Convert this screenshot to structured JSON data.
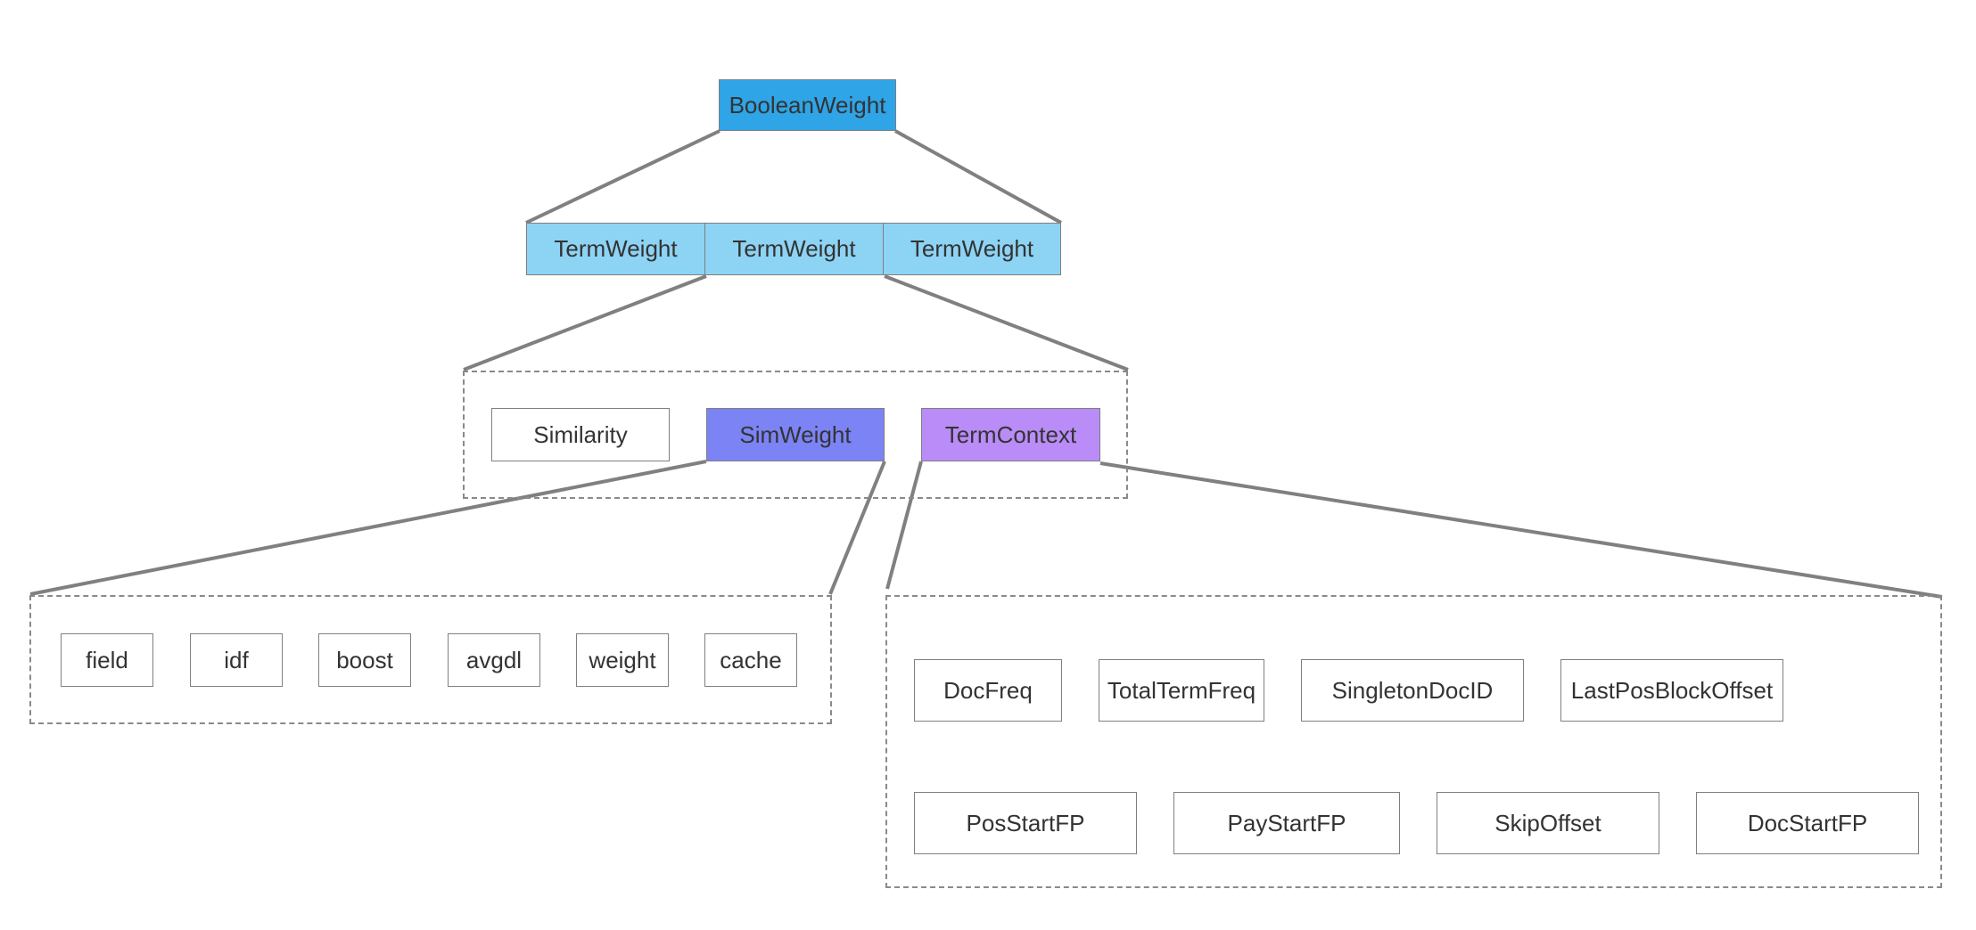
{
  "colors": {
    "root": "#2fa4e7",
    "term_weight": "#8dd3f4",
    "sim_weight": "#7b83f5",
    "term_context": "#b98cf7",
    "plain": "#ffffff",
    "line": "#808080",
    "text": "#333333"
  },
  "root": {
    "label": "BooleanWeight"
  },
  "term_weights": [
    {
      "label": "TermWeight"
    },
    {
      "label": "TermWeight"
    },
    {
      "label": "TermWeight"
    }
  ],
  "term_weight_parts": [
    {
      "label": "Similarity"
    },
    {
      "label": "SimWeight"
    },
    {
      "label": "TermContext"
    }
  ],
  "sim_weight_fields": [
    {
      "label": "field"
    },
    {
      "label": "idf"
    },
    {
      "label": "boost"
    },
    {
      "label": "avgdl"
    },
    {
      "label": "weight"
    },
    {
      "label": "cache"
    }
  ],
  "term_context_fields": [
    {
      "label": "DocFreq"
    },
    {
      "label": "TotalTermFreq"
    },
    {
      "label": "SingletonDocID"
    },
    {
      "label": "LastPosBlockOffset"
    },
    {
      "label": "PosStartFP"
    },
    {
      "label": "PayStartFP"
    },
    {
      "label": "SkipOffset"
    },
    {
      "label": "DocStartFP"
    }
  ]
}
